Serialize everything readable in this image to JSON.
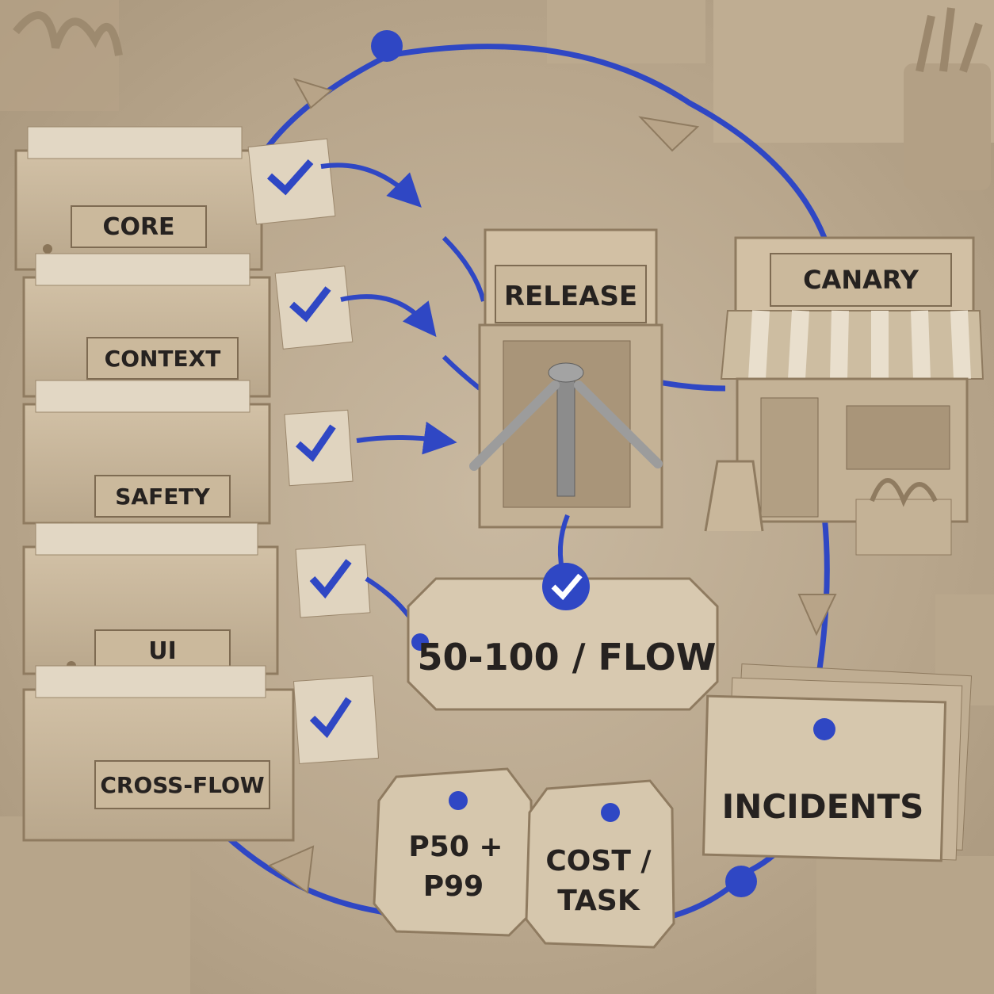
{
  "drawers": [
    {
      "label": "CORE",
      "checked": true
    },
    {
      "label": "CONTEXT",
      "checked": true
    },
    {
      "label": "SAFETY",
      "checked": true
    },
    {
      "label": "UI",
      "checked": true
    },
    {
      "label": "CROSS-FLOW",
      "checked": true
    }
  ],
  "gate": {
    "label": "RELEASE"
  },
  "store": {
    "label": "CANARY"
  },
  "threshold_tag": {
    "label": "50-100 / FLOW",
    "badge": "check"
  },
  "incidents": {
    "label": "INCIDENTS"
  },
  "metric_tags": [
    {
      "line1": "P50 +",
      "line2": "P99"
    },
    {
      "line1": "COST /",
      "line2": "TASK"
    }
  ],
  "colors": {
    "cord": "#2f47c4",
    "cardboard": "#cdbb9f",
    "cardboard_dark": "#a8947a",
    "text": "#262220",
    "accent": "#2f47c4"
  },
  "icons": [
    "check-icon",
    "turnstile-icon",
    "awning-icon",
    "arrow-icon",
    "pin-icon",
    "plant-icon"
  ]
}
